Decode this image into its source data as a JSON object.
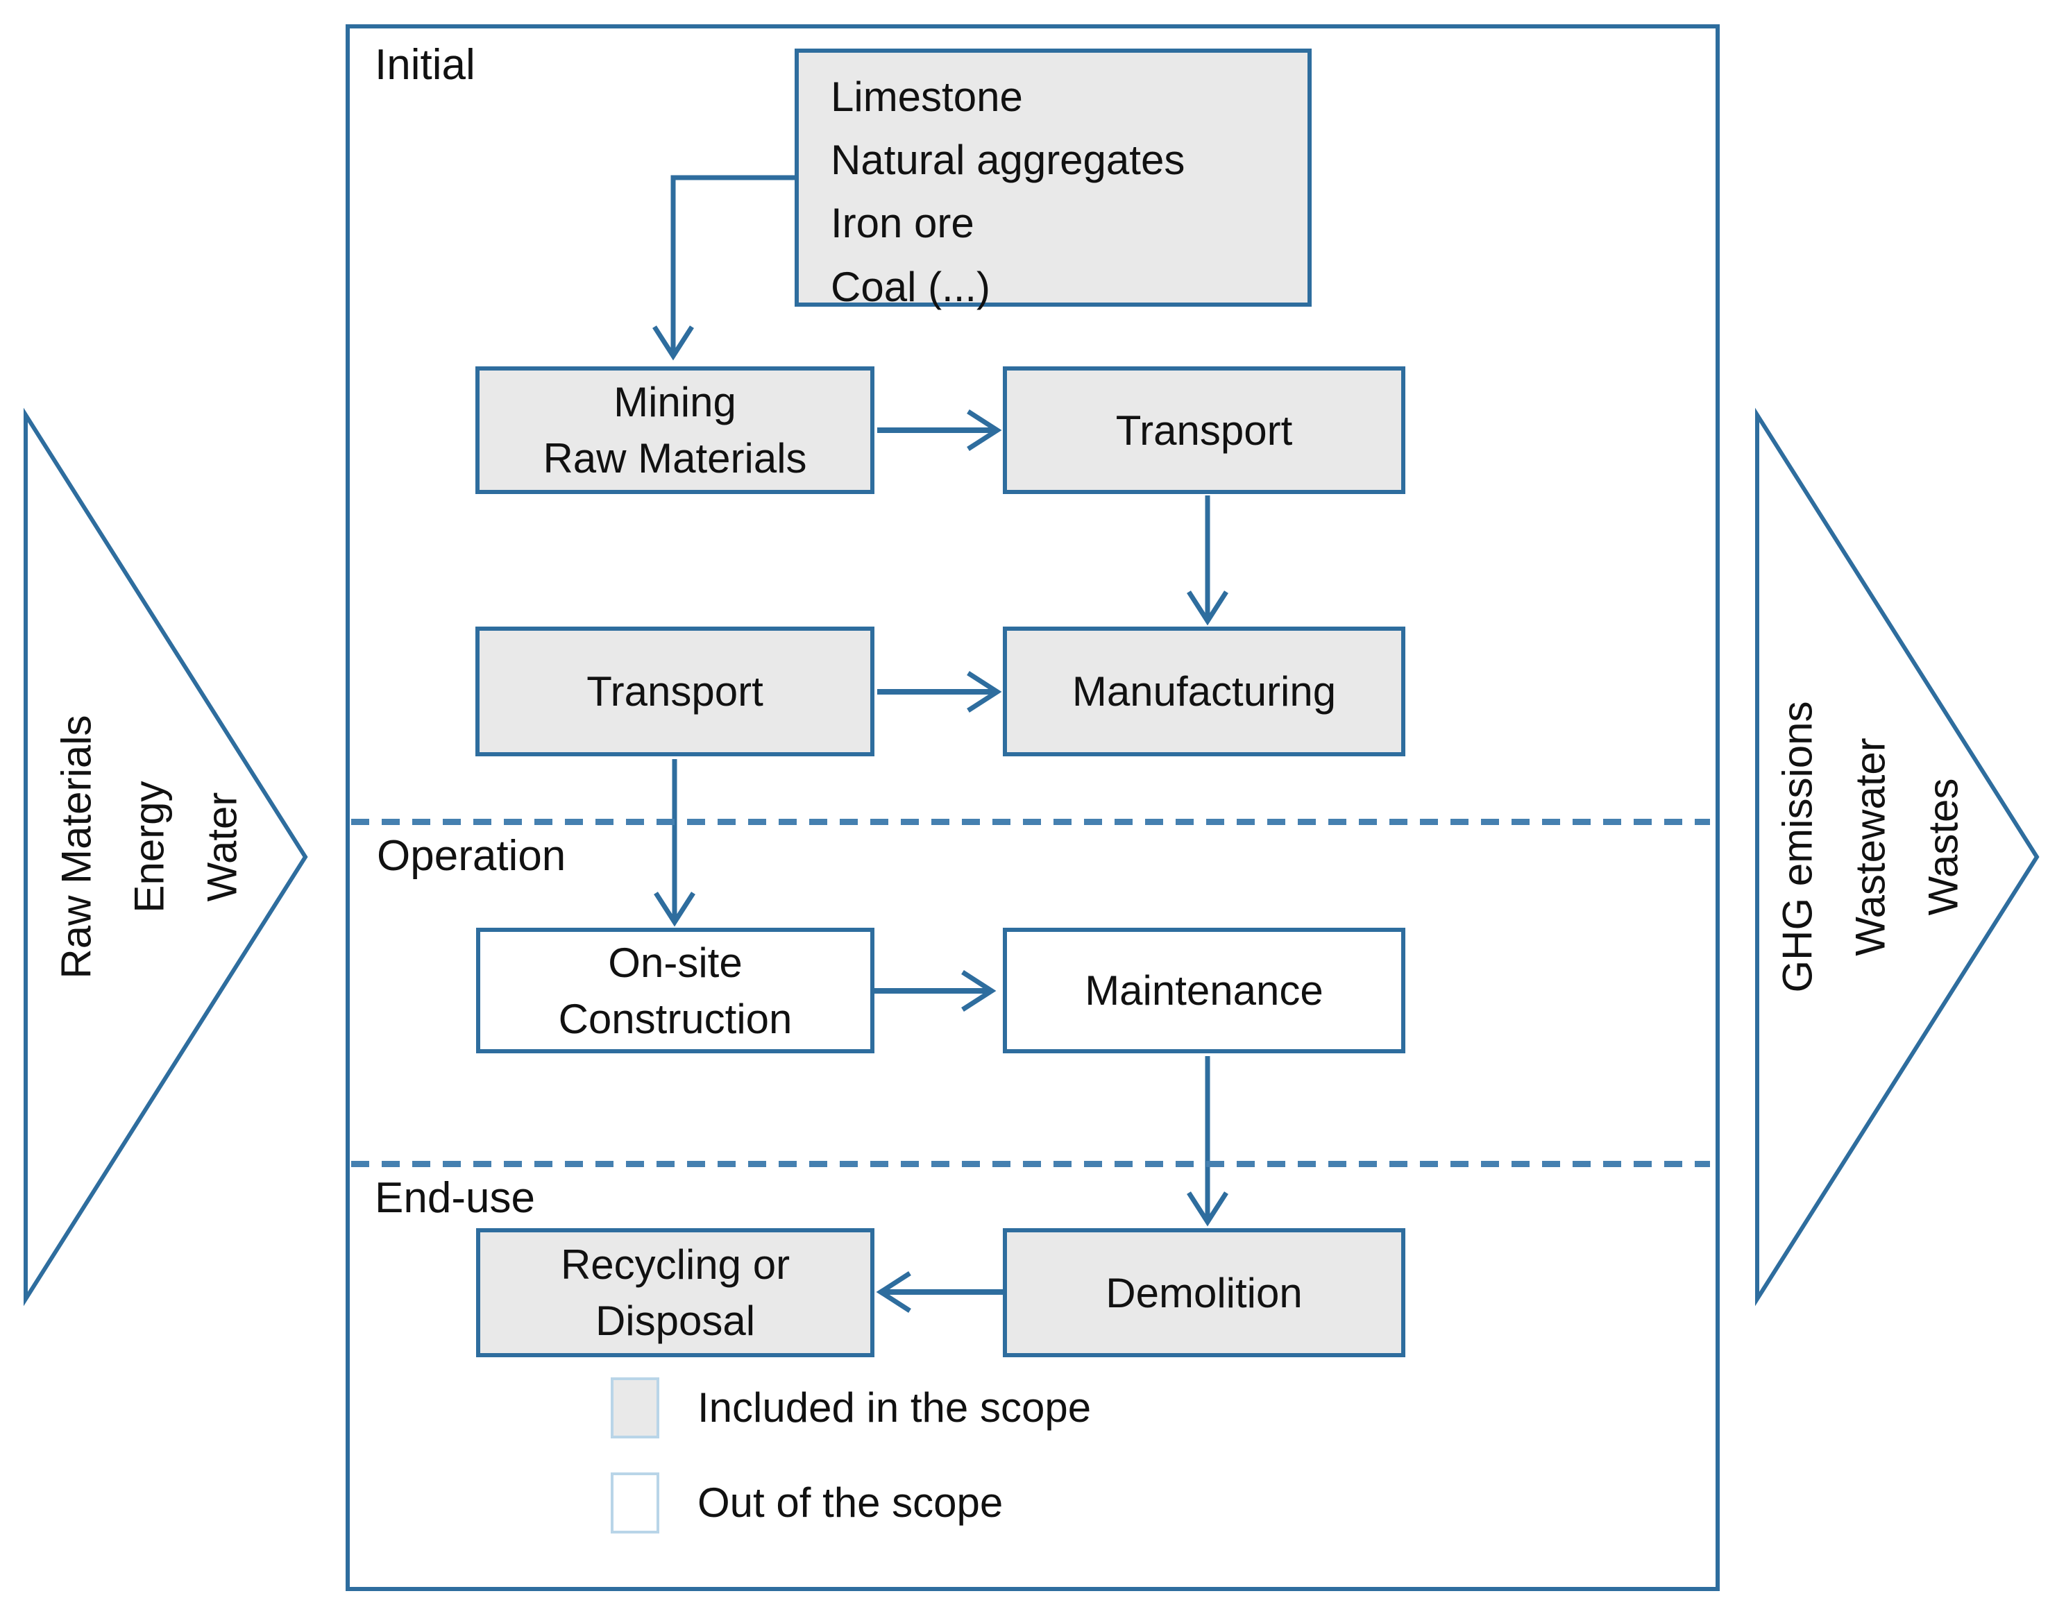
{
  "sections": {
    "initial": "Initial",
    "operation": "Operation",
    "end_use": "End-use"
  },
  "boxes": {
    "materials": {
      "text": "Limestone\nNatural aggregates\nIron ore\nCoal (...)",
      "scope": "included"
    },
    "mining": {
      "text": "Mining\nRaw Materials",
      "scope": "included"
    },
    "transport_1": {
      "text": "Transport",
      "scope": "included"
    },
    "manufacturing": {
      "text": "Manufacturing",
      "scope": "included"
    },
    "transport_2": {
      "text": "Transport",
      "scope": "included"
    },
    "onsite_construction": {
      "text": "On-site\nConstruction",
      "scope": "out"
    },
    "maintenance": {
      "text": "Maintenance",
      "scope": "out"
    },
    "demolition": {
      "text": "Demolition",
      "scope": "included"
    },
    "recycling_disposal": {
      "text": "Recycling or\nDisposal",
      "scope": "included"
    }
  },
  "side_arrows": {
    "inputs": {
      "text": "Raw Materials\nEnergy\nWater"
    },
    "outputs": {
      "text": "GHG emissions\nWastewater\nWastes"
    }
  },
  "legend": {
    "included": {
      "label": "Included in the scope"
    },
    "out": {
      "label": "Out of the scope"
    }
  },
  "colors": {
    "line": "#2e6d9e",
    "dashed_line": "#4580b0",
    "included_fill": "#e9e9e9",
    "out_fill": "#ffffff",
    "legend_swatch_border": "#b9d5e8",
    "text": "#111111"
  }
}
